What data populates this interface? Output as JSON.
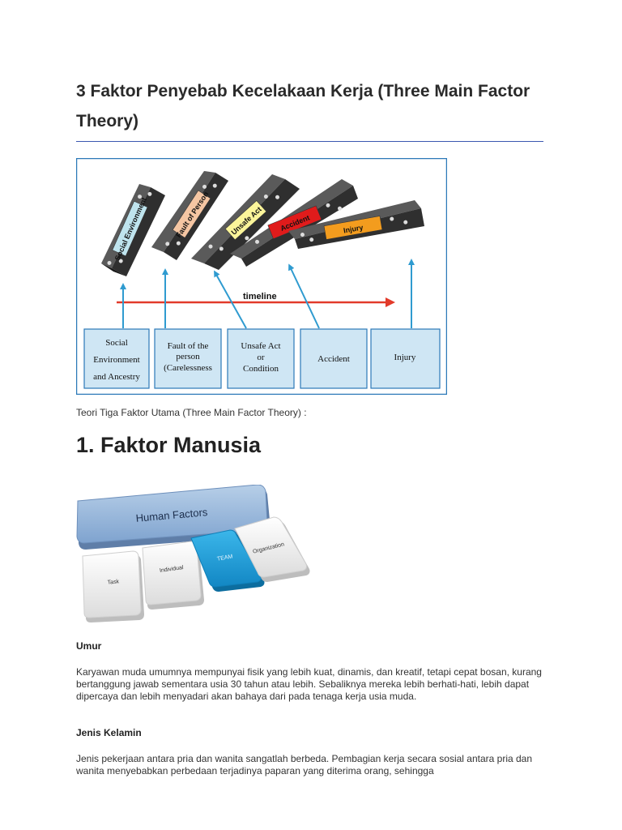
{
  "title": "3 Faktor Penyebab Kecelakaan Kerja (Three Main Factor Theory)",
  "figure1": {
    "dominoes": [
      "Social Environment",
      "Fault of Person",
      "Unsafe Act",
      "Accident",
      "Injury"
    ],
    "domino_colors": [
      "#bfe4ee",
      "#f5c6a3",
      "#fbf59a",
      "#e01b1b",
      "#f39c1e"
    ],
    "timeline_label": "timeline",
    "boxes": [
      [
        "Social",
        "Environment",
        "and Ancestry"
      ],
      [
        "Fault of the",
        "person",
        "(Carelessness"
      ],
      [
        "Unsafe Act",
        "or",
        "Condition"
      ],
      [
        "Accident"
      ],
      [
        "Injury"
      ]
    ],
    "frame_color": "#2c79b8",
    "arrow_color": "#2f9bd0",
    "timeline_color": "#e23a2a"
  },
  "caption": "Teori Tiga Faktor Utama (Three Main Factor Theory) :",
  "section_heading": "1. Faktor Manusia",
  "figure2": {
    "top_label": "Human Factors",
    "keys": [
      "Task",
      "Individual",
      "TEAM",
      "Organization"
    ],
    "accent": "#1a9ad6"
  },
  "subsections": [
    {
      "heading": "Umur",
      "text": "Karyawan muda umumnya mempunyai fisik yang lebih kuat, dinamis, dan kreatif, tetapi cepat bosan, kurang bertanggung jawab sementara usia 30 tahun atau lebih. Sebaliknya mereka lebih berhati-hati, lebih dapat dipercaya dan lebih menyadari akan bahaya dari pada tenaga kerja usia muda."
    },
    {
      "heading": "Jenis Kelamin",
      "text": "Jenis pekerjaan antara pria dan wanita sangatlah berbeda. Pembagian kerja secara sosial antara pria dan wanita menyebabkan perbedaan terjadinya paparan yang diterima orang, sehingga"
    }
  ]
}
